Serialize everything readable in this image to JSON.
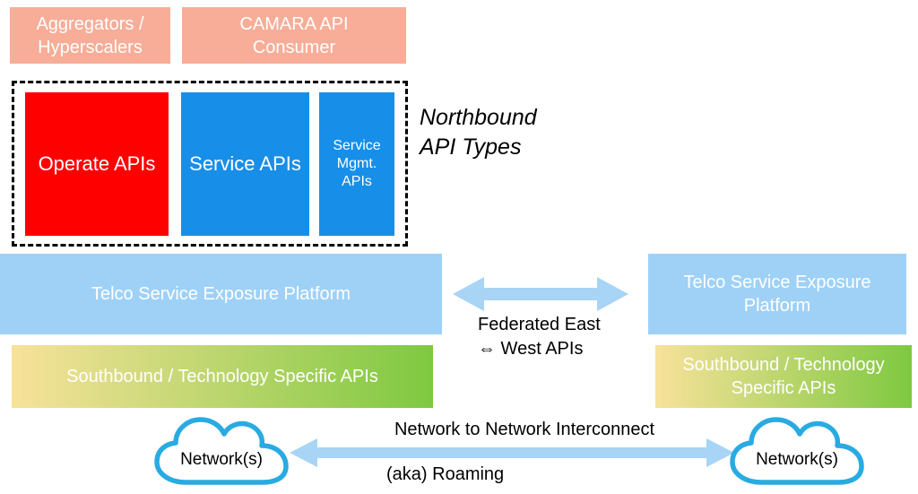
{
  "consumers": {
    "aggregators_label": "Aggregators /\nHyperscalers",
    "camara_label": "CAMARA API\nConsumer"
  },
  "northbound": {
    "caption": "Northbound\nAPI Types",
    "apis": [
      {
        "label": "Operate APIs",
        "color": "#FF0000"
      },
      {
        "label": "Service APIs",
        "color": "#178FE9"
      },
      {
        "label": "Service Mgmt. APIs",
        "color": "#178FE9"
      }
    ]
  },
  "platforms": {
    "left_label": "Telco Service Exposure Platform",
    "right_label": "Telco Service Exposure\nPlatform"
  },
  "federation": {
    "label": "Federated East\n⇔ West APIs"
  },
  "southbound": {
    "left_label": "Southbound / Technology Specific APIs",
    "right_label": "Southbound / Technology\nSpecific APIs"
  },
  "interconnect": {
    "title": "Network to Network Interconnect",
    "subtitle": "(aka) Roaming",
    "left_cloud_label": "Network(s)",
    "right_cloud_label": "Network(s)"
  },
  "colors": {
    "consumer_box": "#F7AD97",
    "operate_red": "#FF0000",
    "service_blue": "#178FE9",
    "platform_blue": "#9FD1F7",
    "arrow_blue": "#A8D4F6",
    "southbound_yellow": "#F8E29A",
    "southbound_green": "#7EC940",
    "cloud_stroke": "#29ABE2",
    "dashed_border": "#000000"
  }
}
